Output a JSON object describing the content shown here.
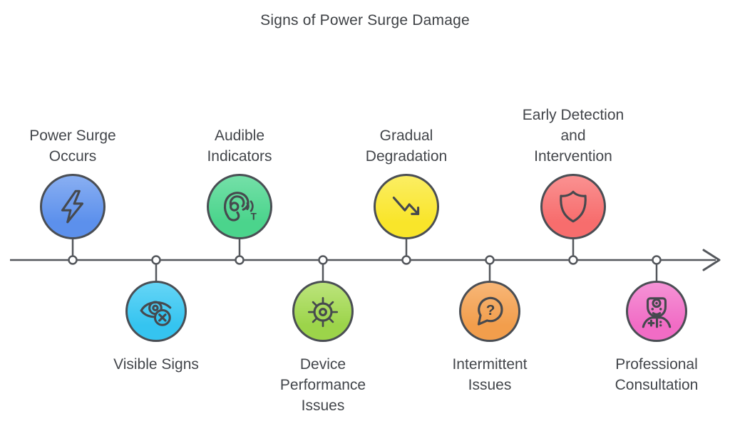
{
  "title": "Signs of Power Surge Damage",
  "colors": {
    "line": "#54575c",
    "text": "#42454a",
    "node_border": "#4a4e54"
  },
  "timeline": {
    "direction": "left-to-right",
    "arrow": "right"
  },
  "nodes": [
    {
      "label": "Power Surge\nOccurs",
      "side": "above",
      "icon": "lightning-bolt-icon",
      "color": "#5C90EC",
      "color_light": "#89AFF2"
    },
    {
      "label": "Visible Signs",
      "side": "below",
      "icon": "eye-crossed-icon",
      "color": "#35C4F0",
      "color_light": "#65D5F6"
    },
    {
      "label": "Audible\nIndicators",
      "side": "above",
      "icon": "ear-sound-icon",
      "color": "#4BD48C",
      "color_light": "#74E0A8",
      "icon_text": "T"
    },
    {
      "label": "Device\nPerformance\nIssues",
      "side": "below",
      "icon": "indicator-wheel-icon",
      "color": "#9CD44A",
      "color_light": "#BCE47C"
    },
    {
      "label": "Gradual\nDegradation",
      "side": "above",
      "icon": "trend-down-icon",
      "color": "#F9E52A",
      "color_light": "#FBEE63"
    },
    {
      "label": "Intermittent\nIssues",
      "side": "below",
      "icon": "question-bubble-icon",
      "color": "#F29E4C",
      "color_light": "#F7B677",
      "icon_text": "?"
    },
    {
      "label": "Early Detection\nand\nIntervention",
      "side": "above",
      "icon": "shield-icon",
      "color": "#F76D6D",
      "color_light": "#FA9191"
    },
    {
      "label": "Professional\nConsultation",
      "side": "below",
      "icon": "doctor-icon",
      "color": "#F16CC5",
      "color_light": "#F593D6"
    }
  ]
}
